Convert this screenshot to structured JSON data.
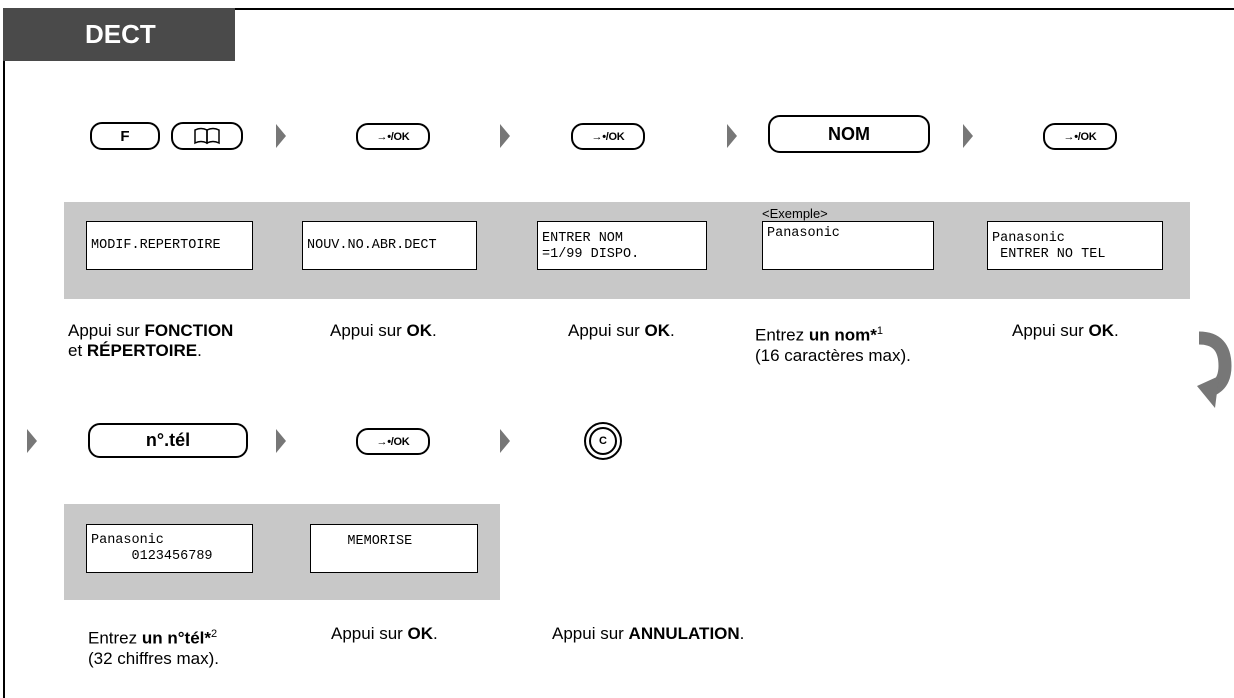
{
  "header": {
    "title": "DECT"
  },
  "keys": {
    "f": "F",
    "ok": "→•/OK",
    "name": "NOM",
    "number": "n°.tél",
    "clear": "C"
  },
  "displays": {
    "d1": "MODIF.REPERTOIRE",
    "d2": "NOUV.NO.ABR.DECT",
    "d3": "ENTRER NOM\n=1/99 DISPO.",
    "example": "<Exemple>",
    "d4": "Panasonic",
    "d5": "Panasonic\n ENTRER NO TEL",
    "d6": "Panasonic\n     0123456789",
    "d7": "    MEMORISE"
  },
  "captions": {
    "c1_a": "Appui sur ",
    "c1_b": "FONCTION",
    "c1_c": "et ",
    "c1_d": "RÉPERTOIRE",
    "c1_e": ".",
    "ok_a": "Appui sur ",
    "ok_b": "OK",
    "ok_c": ".",
    "c4_a": "Entrez ",
    "c4_b": "un nom",
    "c4_star": "*",
    "c4_sup": "1",
    "c4_line2": "(16 caractères max).",
    "c6_a": "Entrez ",
    "c6_b": "un n°tél",
    "c6_star": "*",
    "c6_sup": "2",
    "c6_line2": "(32 chiffres max).",
    "c8_a": "Appui sur ",
    "c8_b": "ANNULATION",
    "c8_c": "."
  }
}
